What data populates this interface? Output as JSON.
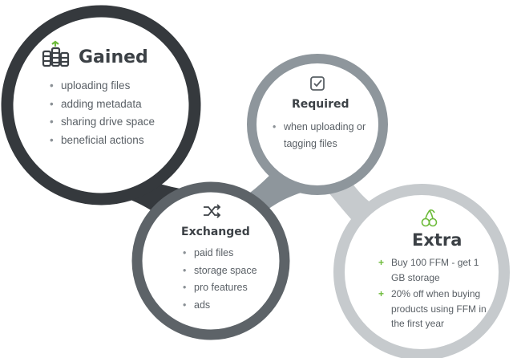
{
  "colors": {
    "dark": "#35393d",
    "mid": "#8e969c",
    "light": "#c6cacd",
    "accent": "#6dbb3a"
  },
  "gained": {
    "icon": "coins-stack-icon",
    "title": "Gained",
    "items": [
      "uploading files",
      "adding metadata",
      "sharing drive space",
      "beneficial actions"
    ]
  },
  "required": {
    "icon": "checkbox-icon",
    "title": "Required",
    "items": [
      "when uploading or tagging files"
    ]
  },
  "exchanged": {
    "icon": "shuffle-icon",
    "title": "Exchanged",
    "items": [
      "paid files",
      "storage space",
      "pro features",
      "ads"
    ]
  },
  "extra": {
    "icon": "cherries-icon",
    "title": "Extra",
    "items": [
      "Buy 100 FFM - get 1 GB storage",
      "20% off when buying products using FFM in the first year"
    ]
  }
}
